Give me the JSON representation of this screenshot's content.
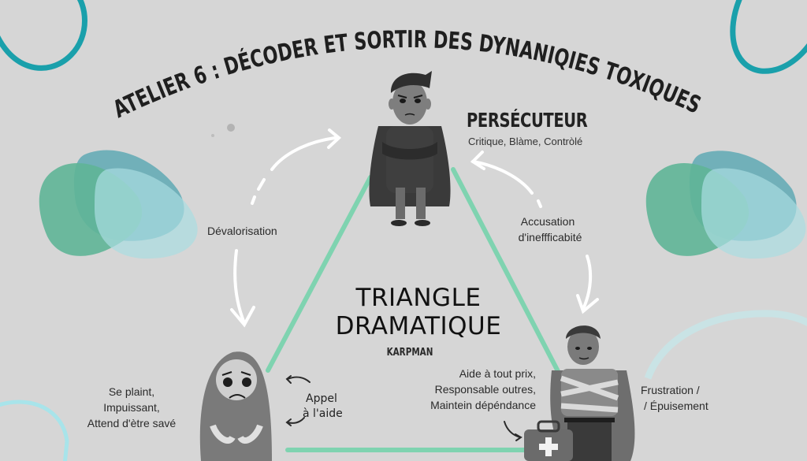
{
  "header": {
    "title": "ATELIER 6 : DÉCODER ET SORTIR DES DYNANIQIES TOXIQUES"
  },
  "diagram": {
    "center": {
      "title_line1": "TRIANGLE",
      "title_line2": "DRAMATIQUE",
      "subtitle": "KARPMAN"
    },
    "roles": {
      "persecutor": {
        "title": "PERSÉCUTEUR",
        "traits": "Critique, Blàme, Contròlé",
        "icon": "persecutor-figure-arms-crossed"
      },
      "victim": {
        "traits_line1": "Se plaint,",
        "traits_line2": "Impuissant,",
        "traits_line3": "Attend d'ètre savé",
        "icon": "victim-figure-crying"
      },
      "rescuer": {
        "traits_line1": "Aide à tout prix,",
        "traits_line2": "Responsable outres,",
        "traits_line3": "Maintein dépéndance",
        "icon": "rescuer-figure-bandaged-with-first-aid-kit"
      }
    },
    "arrows": {
      "left": "Dévalorisation",
      "right_line1": "Accusation",
      "right_line2": "d'ineffficabité",
      "victim_loop_line1": "Appel",
      "victim_loop_line2": "à l'aide",
      "rescuer_outcome_line1": "Frustration /",
      "rescuer_outcome_line2": "/ Épuisement"
    }
  },
  "colors": {
    "background": "#d6d6d6",
    "triangle_line": "#7fd3b0",
    "accent_teal": "#1aa0ab",
    "blob_green": "#5fb597",
    "blob_teal": "#6bb8bf",
    "blob_light": "#a9dde1",
    "text_dark": "#1f1f1f"
  }
}
